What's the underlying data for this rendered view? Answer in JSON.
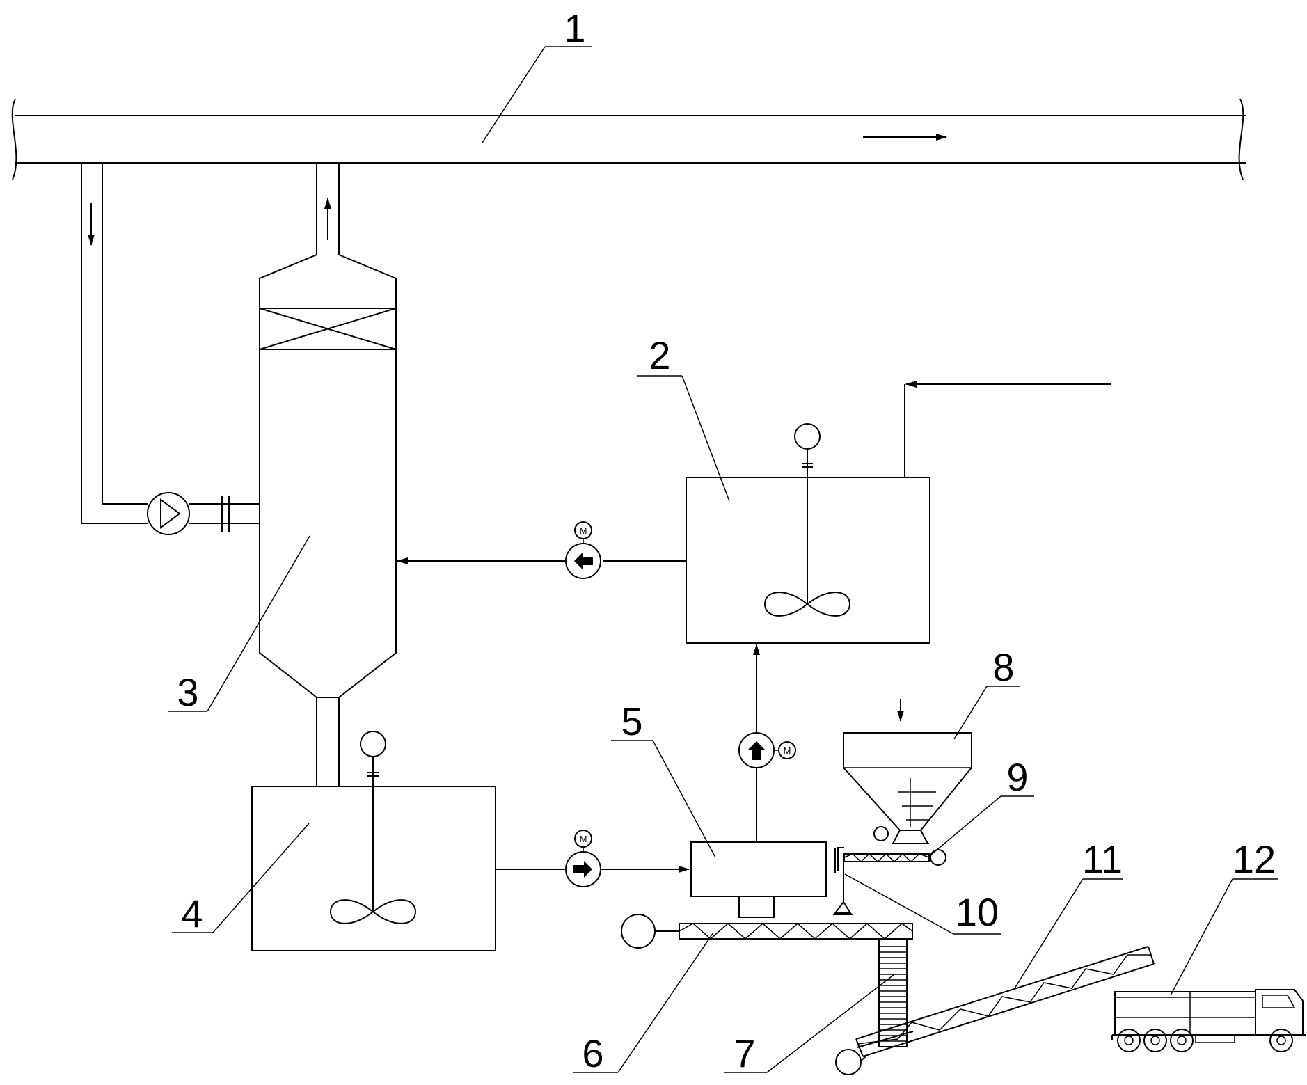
{
  "labels": {
    "n1": "1",
    "n2": "2",
    "n3": "3",
    "n4": "4",
    "n5": "5",
    "n6": "6",
    "n7": "7",
    "n8": "8",
    "n9": "9",
    "n10": "10",
    "n11": "11",
    "n12": "12"
  },
  "motor_symbol": "M",
  "colors": {
    "line": "#000000",
    "background": "#ffffff"
  }
}
